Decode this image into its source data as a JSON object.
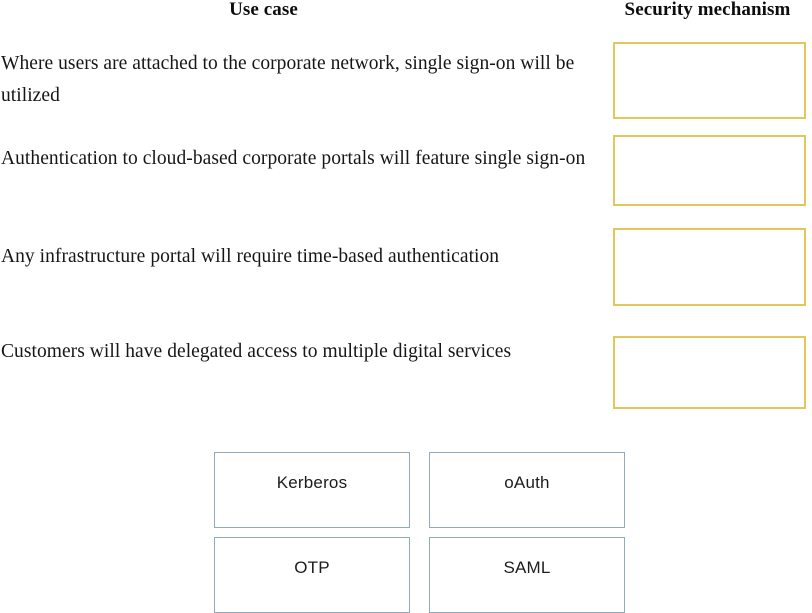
{
  "headers": {
    "use_case": "Use case",
    "security_mechanism": "Security mechanism"
  },
  "use_cases": [
    {
      "text": "Where users are attached to the corporate network, single sign-on will be utilized"
    },
    {
      "text": "Authentication to cloud-based corporate portals will feature single sign-on"
    },
    {
      "text": "Any infrastructure portal will require time-based authentication"
    },
    {
      "text": "Customers will have delegated access to multiple digital services"
    }
  ],
  "drop_targets": [
    {
      "value": ""
    },
    {
      "value": ""
    },
    {
      "value": ""
    },
    {
      "value": ""
    }
  ],
  "answer_bank": {
    "rows": [
      {
        "options": [
          {
            "label": "Kerberos"
          },
          {
            "label": "oAuth"
          }
        ]
      },
      {
        "options": [
          {
            "label": "OTP"
          },
          {
            "label": "SAML"
          }
        ]
      }
    ]
  },
  "colors": {
    "drop_target_border": "#e2c85c",
    "answer_box_border": "#93aabd",
    "background": "#ffffff",
    "text": "#161616"
  }
}
